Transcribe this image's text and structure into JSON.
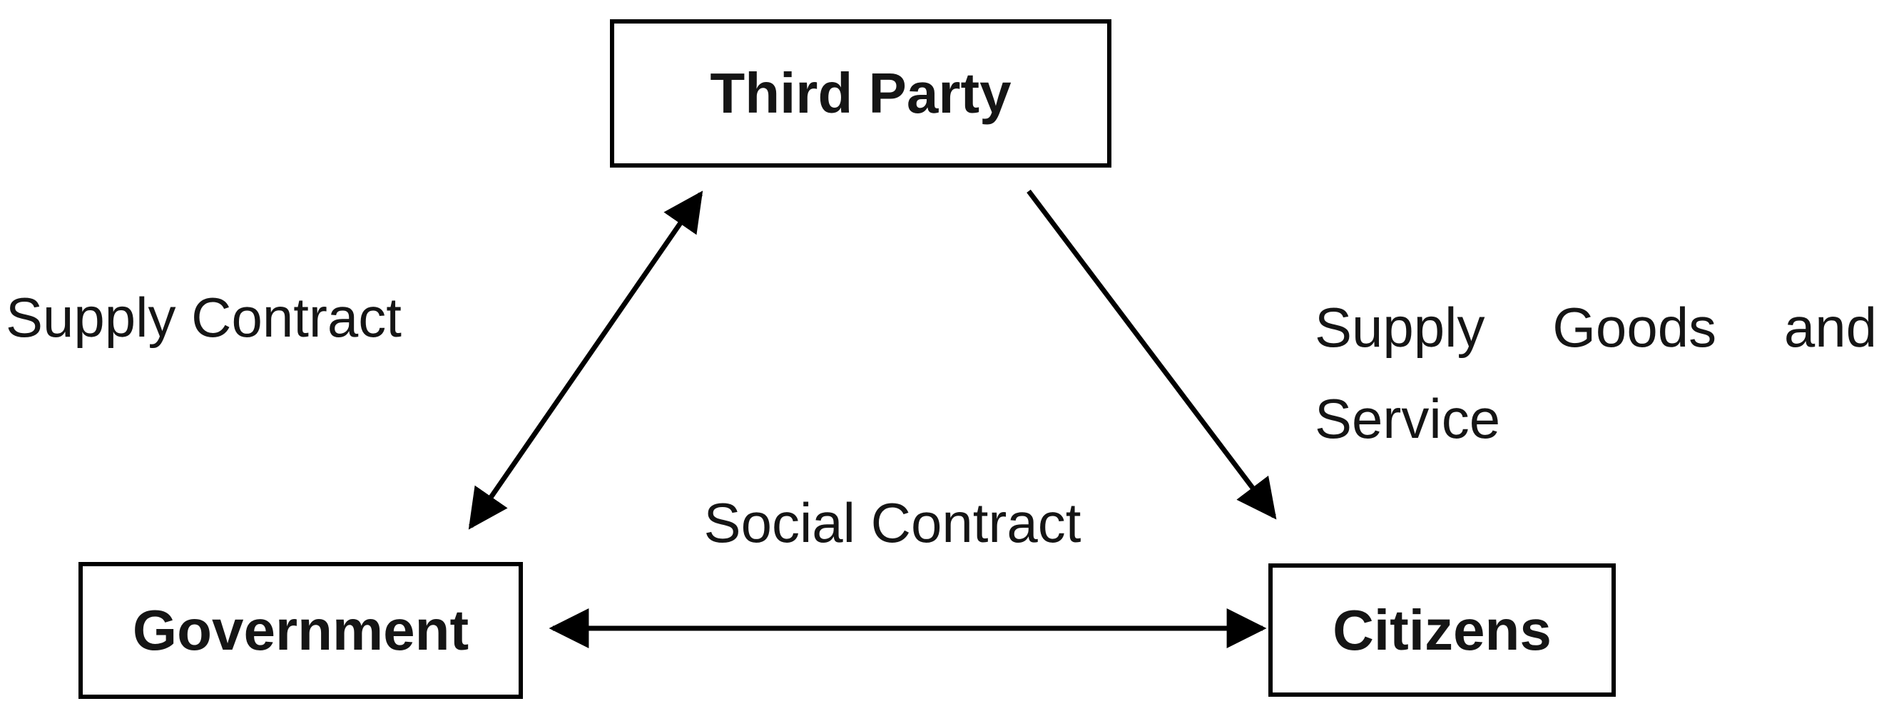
{
  "diagram": {
    "nodes": {
      "third_party": {
        "label": "Third Party"
      },
      "government": {
        "label": "Government"
      },
      "citizens": {
        "label": "Citizens"
      }
    },
    "edges": {
      "supply_contract": {
        "label": "Supply Contract",
        "between": [
          "Government",
          "Third Party"
        ],
        "direction": "bidirectional"
      },
      "supply_goods_and_service": {
        "label": "Supply Goods and Service",
        "words_line1": [
          "Supply",
          "Goods",
          "and"
        ],
        "line2": "Service",
        "between": [
          "Third Party",
          "Citizens"
        ],
        "direction": "unidirectional"
      },
      "social_contract": {
        "label": "Social Contract",
        "between": [
          "Government",
          "Citizens"
        ],
        "direction": "bidirectional"
      }
    },
    "colors": {
      "line": "#000000",
      "box_border": "#000000",
      "text": "#151515",
      "background": "#ffffff"
    }
  }
}
